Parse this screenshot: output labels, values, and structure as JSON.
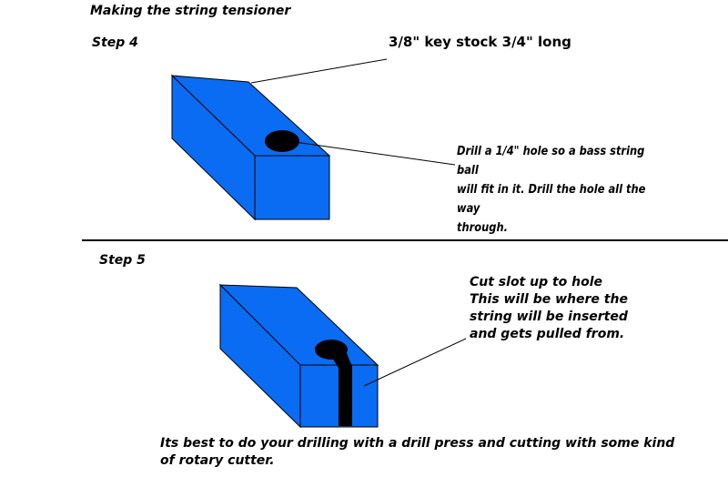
{
  "title": "Making the string tensioner",
  "step4": {
    "label": "Step 4",
    "stock_label": "3/8\"  key stock  3/4\" long",
    "drill_lines": [
      "Drill a 1/4\" hole so a bass string ball",
      "will fit in it. Drill the hole all the way",
      "through."
    ]
  },
  "step5": {
    "label": "Step 5",
    "cut_lines": [
      "Cut slot up to hole",
      "This will be where the",
      "string will be inserted",
      "and gets pulled from."
    ]
  },
  "footer_lines": [
    "Its best to do your drilling with a drill press and cutting with some kind",
    "of rotary cutter."
  ],
  "colors": {
    "block_blue": "#0a6cf2",
    "outline": "#000000",
    "hole": "#000000"
  }
}
